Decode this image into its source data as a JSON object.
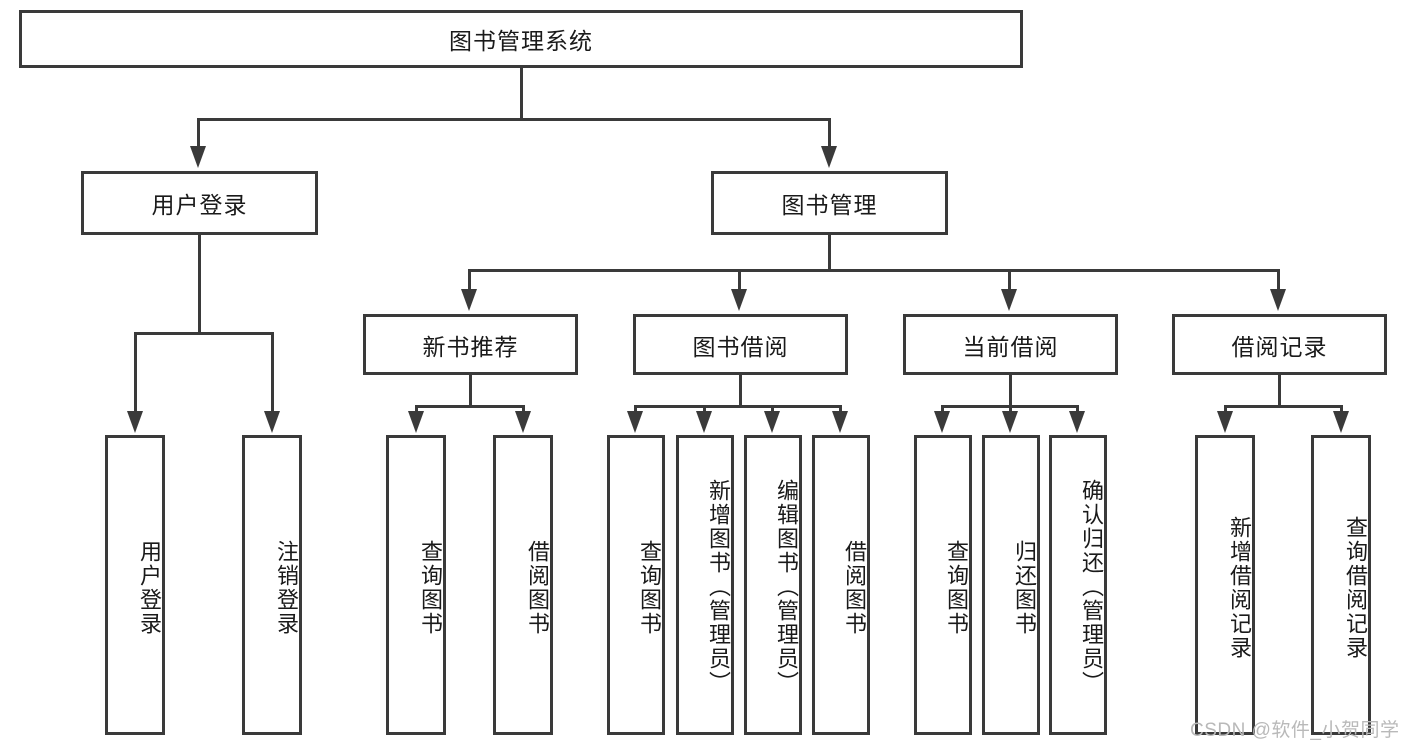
{
  "diagram": {
    "title": "图书管理系统",
    "type": "tree-hierarchy-diagram",
    "root": {
      "label": "图书管理系统"
    },
    "level1": [
      {
        "label": "用户登录"
      },
      {
        "label": "图书管理"
      }
    ],
    "level2": [
      {
        "label": "新书推荐"
      },
      {
        "label": "图书借阅"
      },
      {
        "label": "当前借阅"
      },
      {
        "label": "借阅记录"
      }
    ],
    "leaves": {
      "user_login": [
        {
          "label": "用户登录"
        },
        {
          "label": "注销登录"
        }
      ],
      "new_book_recommend": [
        {
          "label": "查询图书"
        },
        {
          "label": "借阅图书"
        }
      ],
      "book_borrow": [
        {
          "label": "查询图书"
        },
        {
          "label": "新增图书（管理员）"
        },
        {
          "label": "编辑图书（管理员）"
        },
        {
          "label": "借阅图书"
        }
      ],
      "current_borrow": [
        {
          "label": "查询图书"
        },
        {
          "label": "归还图书"
        },
        {
          "label": "确认归还（管理员）"
        }
      ],
      "borrow_record": [
        {
          "label": "新增借阅记录"
        },
        {
          "label": "查询借阅记录"
        }
      ]
    }
  },
  "watermark": {
    "text": "CSDN @软件_小贺同学"
  },
  "colors": {
    "stroke": "#3a3a3a",
    "text": "#1a1a1a",
    "background": "#ffffff",
    "watermark": "#b9b9b9"
  }
}
